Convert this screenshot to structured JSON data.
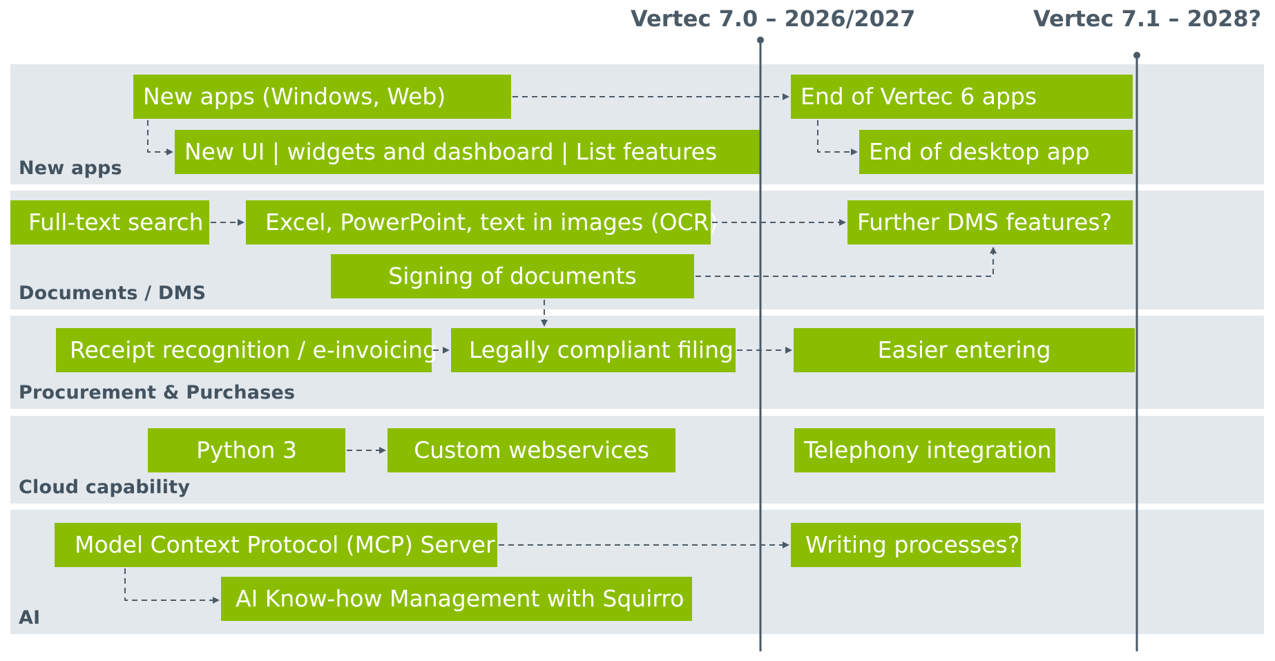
{
  "milestones": {
    "m1": "Vertec 7.0 – 2026/2027",
    "m2": "Vertec 7.1 – 2028?"
  },
  "lanes": {
    "new_apps": "New apps",
    "documents": "Documents / DMS",
    "procurement": "Procurement & Purchases",
    "cloud": "Cloud capability",
    "ai": "AI"
  },
  "items": {
    "new_apps_windows_web": "New apps (Windows, Web)",
    "new_ui": "New UI | widgets and dashboard | List features",
    "end_v6": "End of Vertec 6 apps",
    "end_desktop": "End of desktop app",
    "fulltext": "Full-text search",
    "excel_ocr": "Excel, PowerPoint, text in images (OCR)",
    "further_dms": "Further DMS features?",
    "signing": "Signing of documents",
    "receipt": "Receipt recognition / e-invoicing",
    "legal_filing": "Legally compliant filing",
    "easier": "Easier entering",
    "python3": "Python 3",
    "webservices": "Custom webservices",
    "telephony": "Telephony integration",
    "mcp": "Model Context Protocol (MCP) Server",
    "writing": "Writing processes?",
    "squirro": "AI Know-how Management with Squirro"
  },
  "colors": {
    "box_fill": "#8abd00",
    "band_fill": "#e3e8ed",
    "timeline_line": "#4a5a66",
    "arrow": "#4a5a66"
  }
}
